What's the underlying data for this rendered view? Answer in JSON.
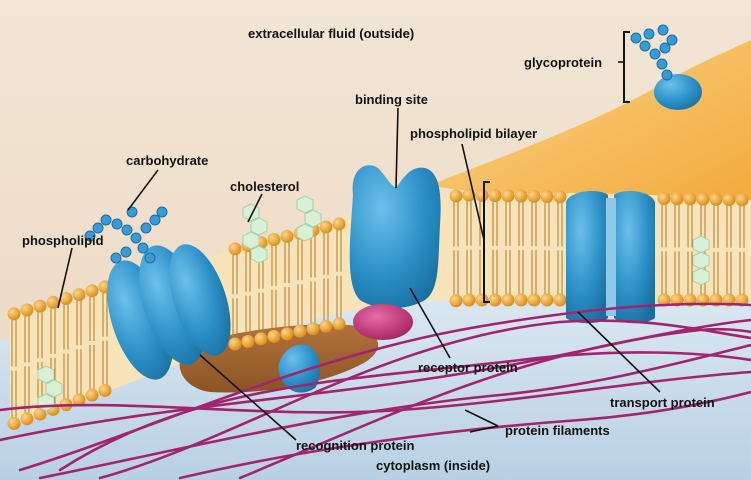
{
  "labels": {
    "extracellular": "extracellular fluid (outside)",
    "glycoprotein": "glycoprotein",
    "binding_site": "binding site",
    "phospholipid_bilayer": "phospholipid bilayer",
    "carbohydrate": "carbohydrate",
    "cholesterol": "cholesterol",
    "phospholipid": "phospholipid",
    "receptor_protein": "receptor protein",
    "transport_protein": "transport protein",
    "protein_filaments": "protein filaments",
    "recognition_protein": "recognition protein",
    "cytoplasm": "cytoplasm (inside)"
  },
  "colors": {
    "outside_background": "#efe1d0",
    "membrane_orange": "#f5a623",
    "phospholipid_head": "#f0a028",
    "protein_blue": "#2b8fc7",
    "protein_blue_light": "#5db3e0",
    "filament_magenta": "#a0246e",
    "cholesterol_pale": "#d9f0d8",
    "cytoplasm_blue": "#cfe0ee",
    "label_text": "#111111"
  },
  "icons": {
    "carbohydrate_chain": "hexagon-chain",
    "glycoprotein": "blue-dome-with-chain",
    "cholesterol": "pale-hexagon-ring"
  }
}
